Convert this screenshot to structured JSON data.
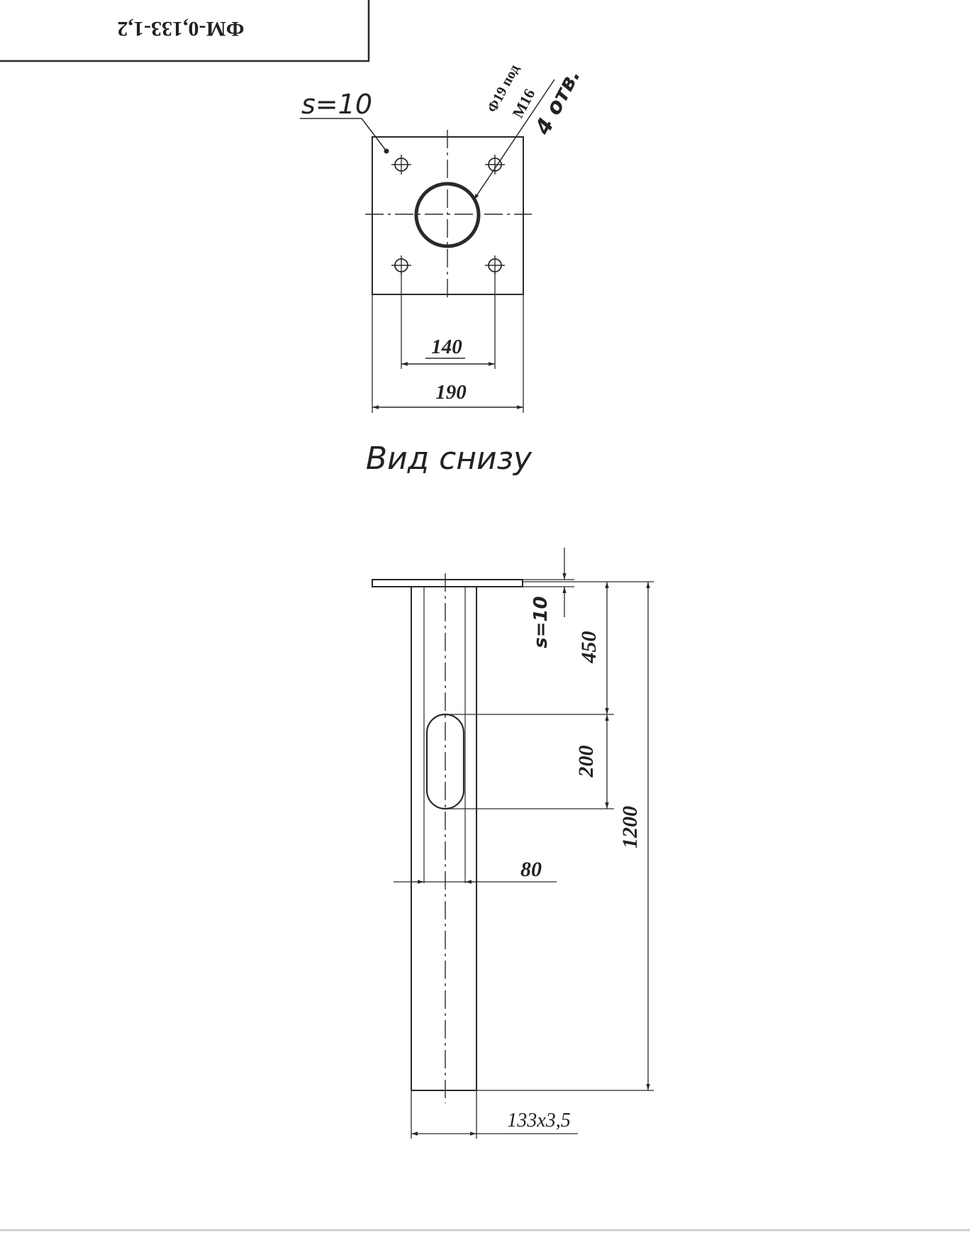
{
  "title_block": {
    "designation": "ФМ-0,133-1,2"
  },
  "bottom_view": {
    "caption": "Вид снизу",
    "thickness_label": "s=10",
    "hole_note_line1": "Ф19 под",
    "hole_note_line2": "М16",
    "hole_note_line3": "4 отв.",
    "dim_hole_spacing": "140",
    "dim_plate_width": "190"
  },
  "side_view": {
    "thickness_label": "s=10",
    "dim_slot_offset": "450",
    "dim_slot_length": "200",
    "dim_total_length": "1200",
    "dim_slot_width": "80",
    "pipe_size": "133x3,5"
  }
}
